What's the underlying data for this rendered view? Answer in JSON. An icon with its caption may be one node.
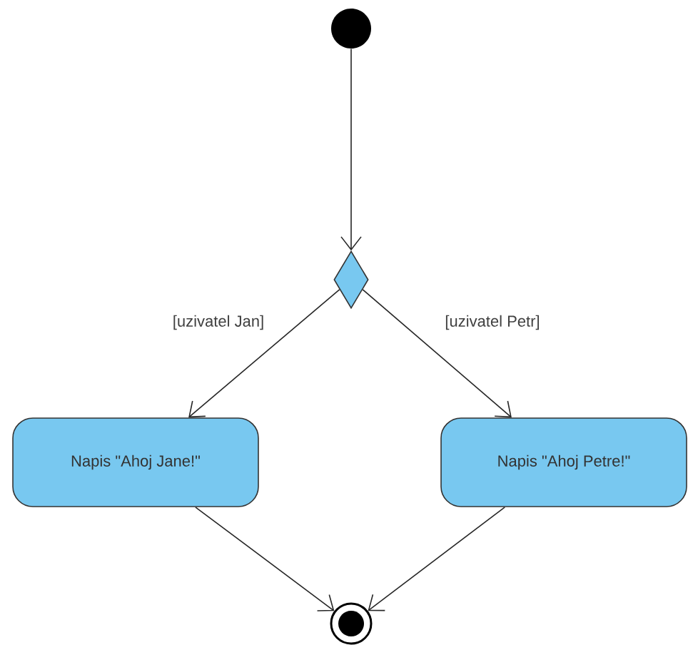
{
  "diagram": {
    "nodes": [
      {
        "text": [],
        "shape": "circle"
      },
      {
        "text": [],
        "shape": "diamond"
      },
      {
        "text": [
          "Napis \"Ahoj Jane!\""
        ]
      },
      {
        "text": [
          "Napis \"Ahoj Petre!\""
        ]
      },
      {
        "text": [],
        "shape": "bullseye"
      }
    ],
    "edges": [
      {
        "from": 0,
        "to": 1,
        "arrow": "to"
      },
      {
        "from": 1,
        "to": 2,
        "arrow": "to",
        "label": "[uzivatel Jan]"
      },
      {
        "from": 1,
        "to": 3,
        "arrow": "to",
        "label": "[uzivatel Petr]"
      },
      {
        "from": 2,
        "to": 4,
        "arrow": "to"
      },
      {
        "from": 3,
        "to": 4,
        "arrow": "to"
      }
    ]
  }
}
